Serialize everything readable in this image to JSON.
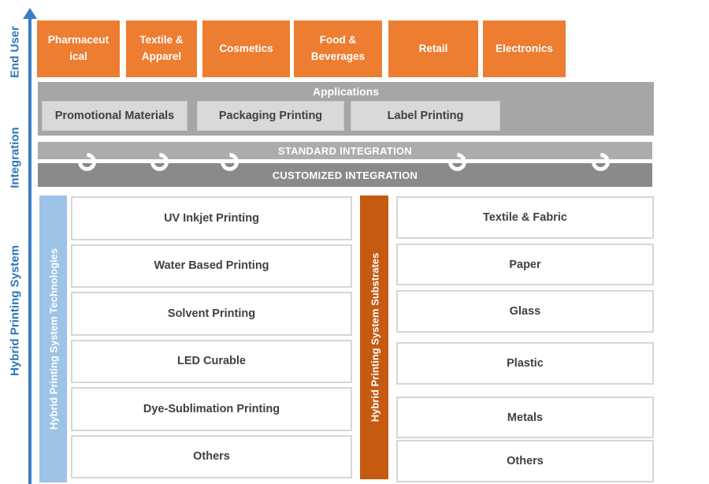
{
  "side_labels": {
    "end_user": "End User",
    "integration": "Integration",
    "hybrid_printing_system": "Hybrid Printing System"
  },
  "end_users": [
    "Pharmaceutical",
    "Textile & Apparel",
    "Cosmetics",
    "Food & Beverages",
    "Retail",
    "Electronics"
  ],
  "applications": {
    "title": "Applications",
    "items": [
      "Promotional Materials",
      "Packaging Printing",
      "Label Printing"
    ]
  },
  "integration": {
    "standard": "STANDARD INTEGRATION",
    "customized": "CUSTOMIZED INTEGRATION"
  },
  "technologies": {
    "title": "Hybrid Printing System Technologies",
    "items": [
      "UV Inkjet Printing",
      "Water Based Printing",
      "Solvent Printing",
      "LED Curable",
      "Dye-Sublimation Printing",
      "Others"
    ]
  },
  "substrates": {
    "title": "Hybrid Printing System Substrates",
    "items": [
      "Textile & Fabric",
      "Paper",
      "Glass",
      "Plastic",
      "Metals",
      "Others"
    ]
  },
  "colors": {
    "accent_orange": "#ED7D31",
    "accent_dark_orange": "#C55A11",
    "accent_light_blue": "#9DC3E6",
    "accent_blue": "#2E75B6",
    "band_gray": "#A6A6A6",
    "light_gray_box": "#D9D9D9",
    "standard_bar_gray": "#ACACAC",
    "customized_bar_gray": "#8A8A8A",
    "box_text": "#404040"
  }
}
